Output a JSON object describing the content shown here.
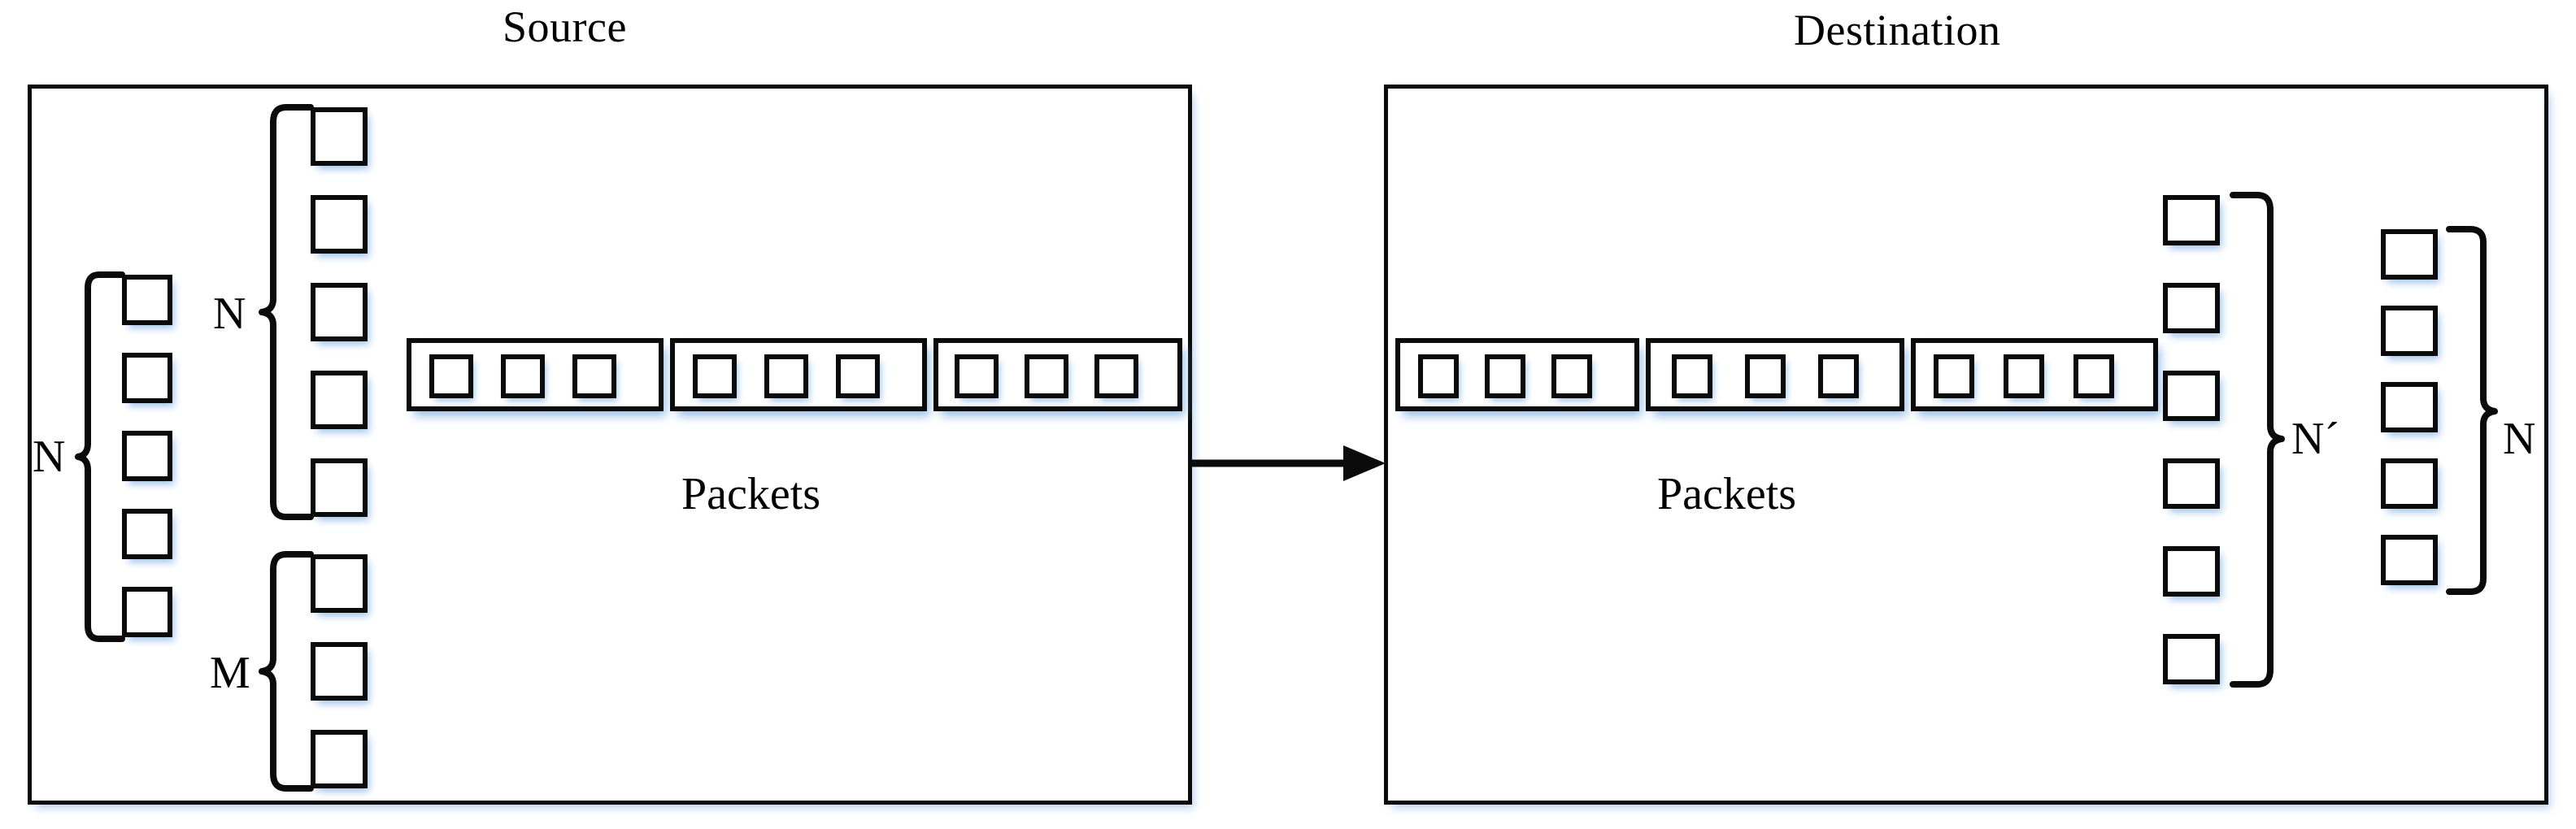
{
  "diagram": {
    "type": "network-packet-flow",
    "background_color": "#ffffff",
    "stroke_color": "#0b0b0b",
    "shadow_color": "#82afe1"
  },
  "panels": {
    "source": {
      "title": "Source",
      "packets_label": "Packets",
      "groups": [
        {
          "id": "source-left-n",
          "label": "N",
          "count": 5,
          "bracket_side": "left"
        },
        {
          "id": "source-mid-n",
          "label": "N",
          "count": 5,
          "bracket_side": "left"
        },
        {
          "id": "source-mid-m",
          "label": "M",
          "count": 3,
          "bracket_side": "left"
        }
      ],
      "packets": [
        {
          "id": "source-packet-1",
          "cells": 3
        },
        {
          "id": "source-packet-2",
          "cells": 3
        },
        {
          "id": "source-packet-3",
          "cells": 3
        }
      ]
    },
    "destination": {
      "title": "Destination",
      "packets_label": "Packets",
      "groups": [
        {
          "id": "dest-nprime",
          "label": "N´",
          "count": 6,
          "bracket_side": "right"
        },
        {
          "id": "dest-n",
          "label": "N",
          "count": 5,
          "bracket_side": "right"
        }
      ],
      "packets": [
        {
          "id": "dest-packet-1",
          "cells": 3
        },
        {
          "id": "dest-packet-2",
          "cells": 3
        },
        {
          "id": "dest-packet-3",
          "cells": 3
        }
      ]
    }
  },
  "arrow": {
    "name": "transfer-arrow",
    "direction": "right",
    "from": "source",
    "to": "destination"
  },
  "labels": {
    "source_title": "Source",
    "destination_title": "Destination",
    "source_packets": "Packets",
    "destination_packets": "Packets",
    "source_group_left_n": "N",
    "source_group_mid_n": "N",
    "source_group_mid_m": "M",
    "dest_group_nprime": "N´",
    "dest_group_n": "N"
  }
}
